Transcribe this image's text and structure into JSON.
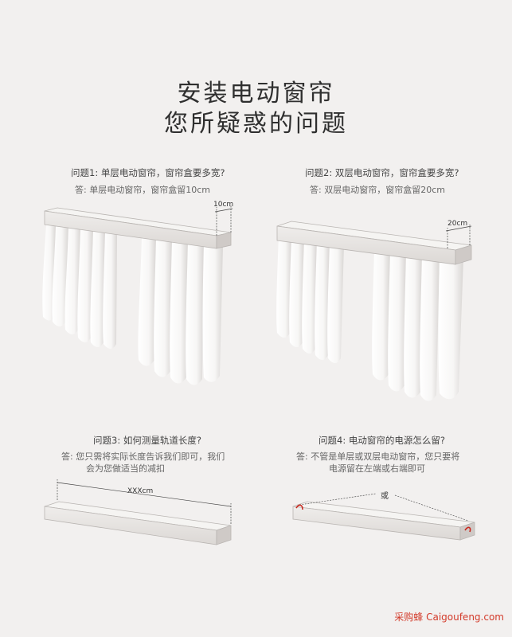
{
  "title": {
    "line1": "安装电动窗帘",
    "line2": "您所疑惑的问题"
  },
  "q1": {
    "question": "问题1: 单层电动窗帘，窗帘盒要多宽?",
    "answer": "答: 单层电动窗帘，窗帘盒留10cm",
    "dimension": "10cm"
  },
  "q2": {
    "question": "问题2: 双层电动窗帘，窗帘盒要多宽?",
    "answer": "答: 双层电动窗帘，窗帘盒留20cm",
    "dimension": "20cm"
  },
  "q3": {
    "question": "问题3: 如何测量轨道长度?",
    "answer_line1": "答: 您只需将实际长度告诉我们即可，我们",
    "answer_line2": "会为您做适当的减扣",
    "dimension": "XXXcm"
  },
  "q4": {
    "question": "问题4: 电动窗帘的电源怎么留?",
    "answer_line1": "答: 不管是单层或双层电动窗帘，您只要将",
    "answer_line2": "电源留在左端或右端即可",
    "label_or": "或"
  },
  "watermark": "采购蜂 Caigoufeng.com",
  "colors": {
    "background": "#f2f0ef",
    "accent": "#c8281e",
    "box": "#e9e6e4"
  }
}
